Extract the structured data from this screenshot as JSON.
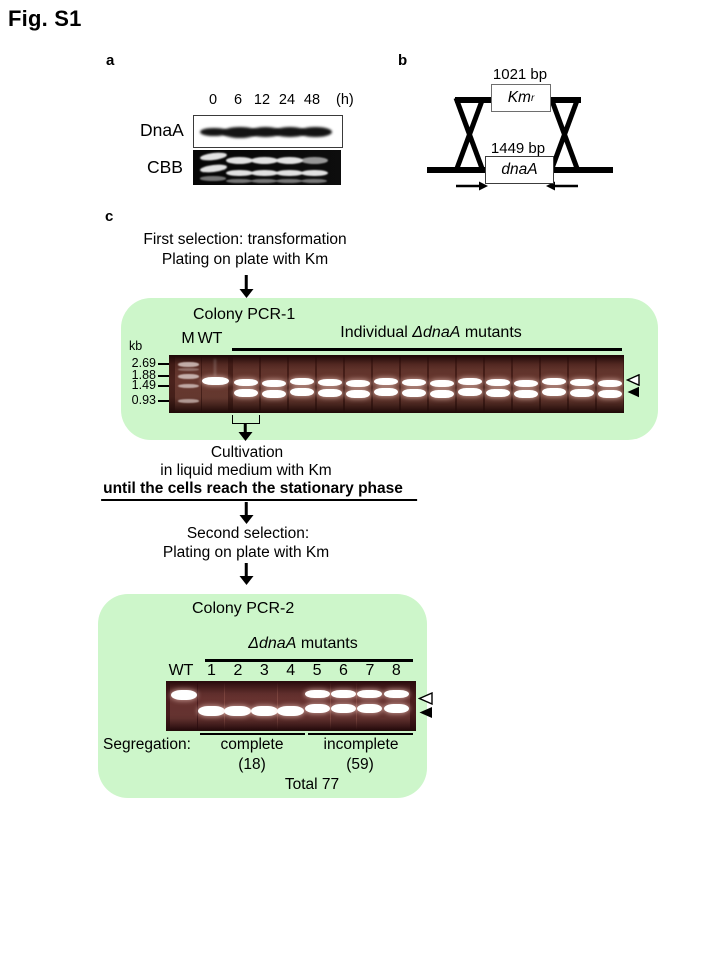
{
  "figure_title": "Fig. S1",
  "colors": {
    "flow_box_green": "#cdf6ca",
    "gel_maroon": "#3a1411",
    "band_white": "#ffffff"
  },
  "panel_a": {
    "label": "a",
    "timepoints": [
      "0",
      "6",
      "12",
      "24",
      "48"
    ],
    "time_unit": "(h)",
    "blot_label": "DnaA",
    "gel_label": "CBB"
  },
  "panel_b": {
    "label": "b",
    "cassette_size": "1021 bp",
    "cassette_gene": "Km",
    "cassette_superscript": "r",
    "gene_size": "1449 bp",
    "gene_name": "dnaA"
  },
  "panel_c": {
    "label": "c",
    "step1_line1": "First selection: transformation",
    "step1_line2": "Plating on plate with Km",
    "pcr1": {
      "title": "Colony PCR-1",
      "kb_unit": "kb",
      "ladder_labels": [
        "2.69",
        "1.88",
        "1.49",
        "0.93"
      ],
      "marker_lane_label": "M",
      "wt_lane_label": "WT",
      "header_prefix": "Individual ",
      "header_gene": "ΔdnaA",
      "header_suffix": " mutants",
      "mutant_lane_count": 14,
      "upper_band_marker": "open-arrowhead",
      "lower_band_marker": "filled-arrowhead"
    },
    "cultivation_line1": "Cultivation",
    "cultivation_line2": "in liquid medium with Km",
    "cultivation_line3_bold_underlined": "until the cells reach the stationary phase",
    "step2_line1": "Second selection:",
    "step2_line2": "Plating on plate with Km",
    "pcr2": {
      "title": "Colony PCR-2",
      "header_gene": "ΔdnaA",
      "header_suffix": " mutants",
      "wt_lane_label": "WT",
      "lane_numbers": [
        "1",
        "2",
        "3",
        "4",
        "5",
        "6",
        "7",
        "8"
      ],
      "lane_band_patterns": [
        "lower",
        "lower",
        "lower",
        "lower",
        "upper+lower",
        "upper+lower",
        "upper+lower",
        "upper+lower"
      ],
      "segregation_label": "Segregation:",
      "group_complete_label": "complete",
      "group_complete_count": "(18)",
      "group_incomplete_label": "incomplete",
      "group_incomplete_count": "(59)",
      "total_label": "Total 77"
    }
  }
}
